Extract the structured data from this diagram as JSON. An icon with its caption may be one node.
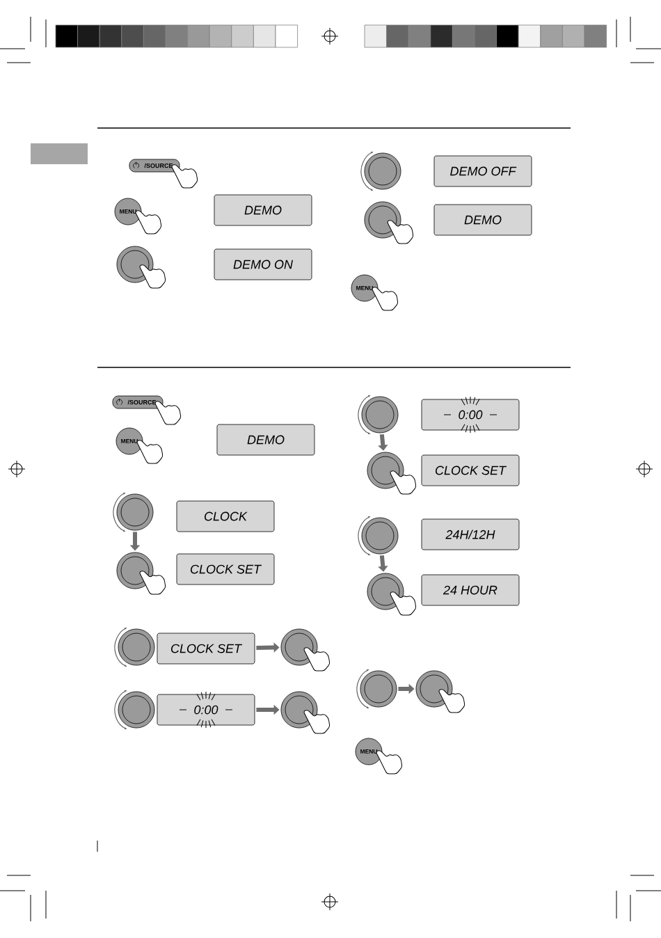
{
  "diagram": {
    "nodes": [
      {
        "text": [
          "/SOURCE"
        ]
      },
      {
        "text": [
          "MENU"
        ]
      },
      {
        "text": [
          "DEMO"
        ]
      },
      {
        "text": [],
        "shape": "circle"
      },
      {
        "text": [
          "DEMO ON"
        ]
      },
      {
        "text": [],
        "shape": "circle"
      },
      {
        "text": [
          "DEMO OFF"
        ]
      },
      {
        "text": [],
        "shape": "circle"
      },
      {
        "text": [
          "DEMO"
        ]
      },
      {
        "text": [
          "MENU"
        ]
      },
      {
        "text": [
          "/SOURCE"
        ]
      },
      {
        "text": [
          "MENU"
        ]
      },
      {
        "text": [
          "DEMO"
        ]
      },
      {
        "text": [],
        "shape": "circle"
      },
      {
        "text": [
          "CLOCK"
        ]
      },
      {
        "text": [],
        "shape": "circle"
      },
      {
        "text": [
          "CLOCK SET"
        ]
      },
      {
        "text": [],
        "shape": "circle"
      },
      {
        "text": [
          "CLOCK SET"
        ]
      },
      {
        "text": [],
        "shape": "circle"
      },
      {
        "text": [],
        "shape": "circle"
      },
      {
        "text": [
          "0:00"
        ]
      },
      {
        "text": [],
        "shape": "circle"
      },
      {
        "text": [],
        "shape": "circle"
      },
      {
        "text": [
          "0:00"
        ]
      },
      {
        "text": [],
        "shape": "circle"
      },
      {
        "text": [
          "CLOCK SET"
        ]
      },
      {
        "text": [],
        "shape": "circle"
      },
      {
        "text": [
          "24H/12H"
        ]
      },
      {
        "text": [],
        "shape": "circle"
      },
      {
        "text": [
          "24 HOUR"
        ]
      },
      {
        "text": [],
        "shape": "circle"
      },
      {
        "text": [],
        "shape": "circle"
      },
      {
        "text": [
          "MENU"
        ]
      }
    ],
    "edges": [
      {
        "from": 13,
        "to": 15,
        "arrow": "to"
      },
      {
        "from": 18,
        "to": 19,
        "arrow": "to"
      },
      {
        "from": 21,
        "to": 22,
        "arrow": "to"
      },
      {
        "from": 23,
        "to": 25,
        "arrow": "to"
      },
      {
        "from": 27,
        "to": 29,
        "arrow": "to"
      },
      {
        "from": 31,
        "to": 32,
        "arrow": "to"
      }
    ]
  }
}
